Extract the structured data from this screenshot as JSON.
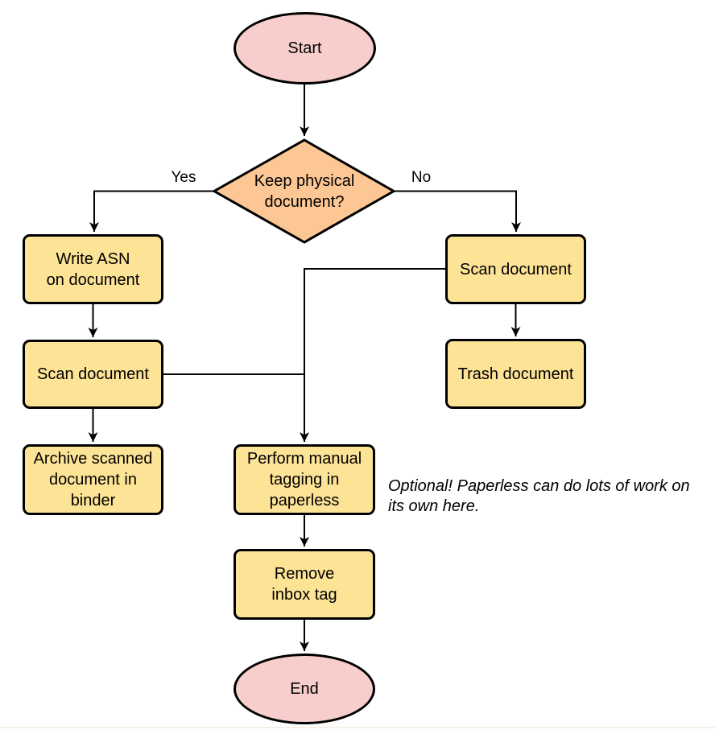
{
  "colors": {
    "terminal_fill": "#F8CECC",
    "decision_fill": "#FCC794",
    "process_fill": "#FDE396",
    "stroke": "#000000",
    "background": "#FFFFFF"
  },
  "nodes": {
    "start": {
      "label": "Start"
    },
    "decision": {
      "lines": [
        "Keep physical",
        "document?"
      ]
    },
    "write_asn": {
      "lines": [
        "Write ASN",
        "on document"
      ]
    },
    "scan_left": {
      "label": "Scan document"
    },
    "archive": {
      "lines": [
        "Archive scanned",
        "document in",
        "binder"
      ]
    },
    "scan_right": {
      "label": "Scan document"
    },
    "trash": {
      "label": "Trash document"
    },
    "perform": {
      "lines": [
        "Perform manual",
        "tagging in",
        "paperless"
      ]
    },
    "remove": {
      "lines": [
        "Remove",
        "inbox tag"
      ]
    },
    "end": {
      "label": "End"
    }
  },
  "edge_labels": {
    "yes": "Yes",
    "no": "No"
  },
  "annotation": {
    "lines": [
      "Optional! Paperless can do lots of work on",
      "its own here."
    ]
  }
}
